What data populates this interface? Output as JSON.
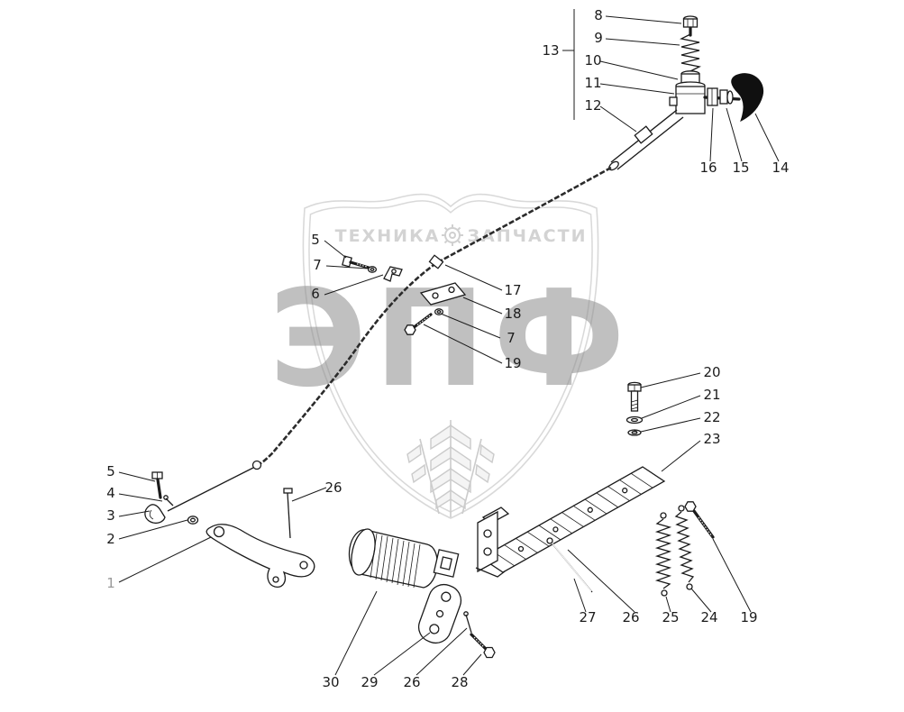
{
  "page": {
    "background": "#ffffff"
  },
  "watermark": {
    "left_word": "ТЕХНИКА",
    "right_word": "ЗАПЧАСТИ",
    "logo_text": "ЭПФ",
    "shield_color": "#d9d9d9",
    "word_color": "#d3d3d3",
    "logo_color": "#8d8d8d"
  },
  "diagram": {
    "type": "exploded-parts-diagram",
    "line_color": "#1b1b1b",
    "muted_callout_color": "#9a9a9a",
    "callouts": [
      {
        "label": "8"
      },
      {
        "label": "9"
      },
      {
        "label": "10"
      },
      {
        "label": "11"
      },
      {
        "label": "12"
      },
      {
        "label": "13"
      },
      {
        "label": "16"
      },
      {
        "label": "15"
      },
      {
        "label": "14"
      },
      {
        "label": "5"
      },
      {
        "label": "7"
      },
      {
        "label": "6"
      },
      {
        "label": "17"
      },
      {
        "label": "18"
      },
      {
        "label": "7"
      },
      {
        "label": "19"
      },
      {
        "label": "20"
      },
      {
        "label": "21"
      },
      {
        "label": "22"
      },
      {
        "label": "23"
      },
      {
        "label": "5"
      },
      {
        "label": "4"
      },
      {
        "label": "3"
      },
      {
        "label": "2"
      },
      {
        "label": "1"
      },
      {
        "label": "26"
      },
      {
        "label": "27"
      },
      {
        "label": "26"
      },
      {
        "label": "25"
      },
      {
        "label": "24"
      },
      {
        "label": "19"
      },
      {
        "label": "30"
      },
      {
        "label": "29"
      },
      {
        "label": "26"
      },
      {
        "label": "28"
      }
    ]
  }
}
